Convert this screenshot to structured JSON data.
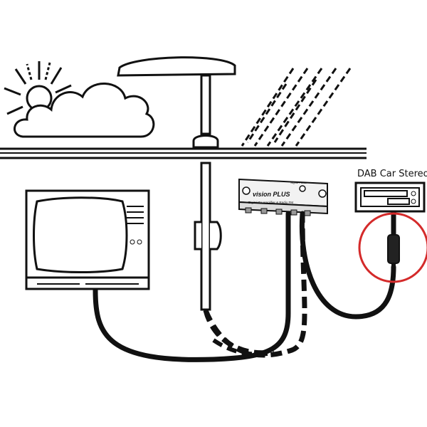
{
  "labels": {
    "dab_car_stereo": "DAB Car Stereo",
    "amp_brand": "vision PLUS",
    "amp_subtitle": "Digital TV Amplifier & Radio FM",
    "amp_top_note": "Signal Power"
  },
  "colors": {
    "line": "#111111",
    "highlight_circle": "#d42a2a",
    "amp_body": "#f2f2f2"
  },
  "icons": {
    "sun": "sun-icon",
    "cloud": "cloud-icon",
    "rain": "rain-icon",
    "antenna": "roof-antenna-icon",
    "tv": "television-icon",
    "amplifier": "amplifier-icon",
    "stereo": "car-stereo-icon"
  }
}
